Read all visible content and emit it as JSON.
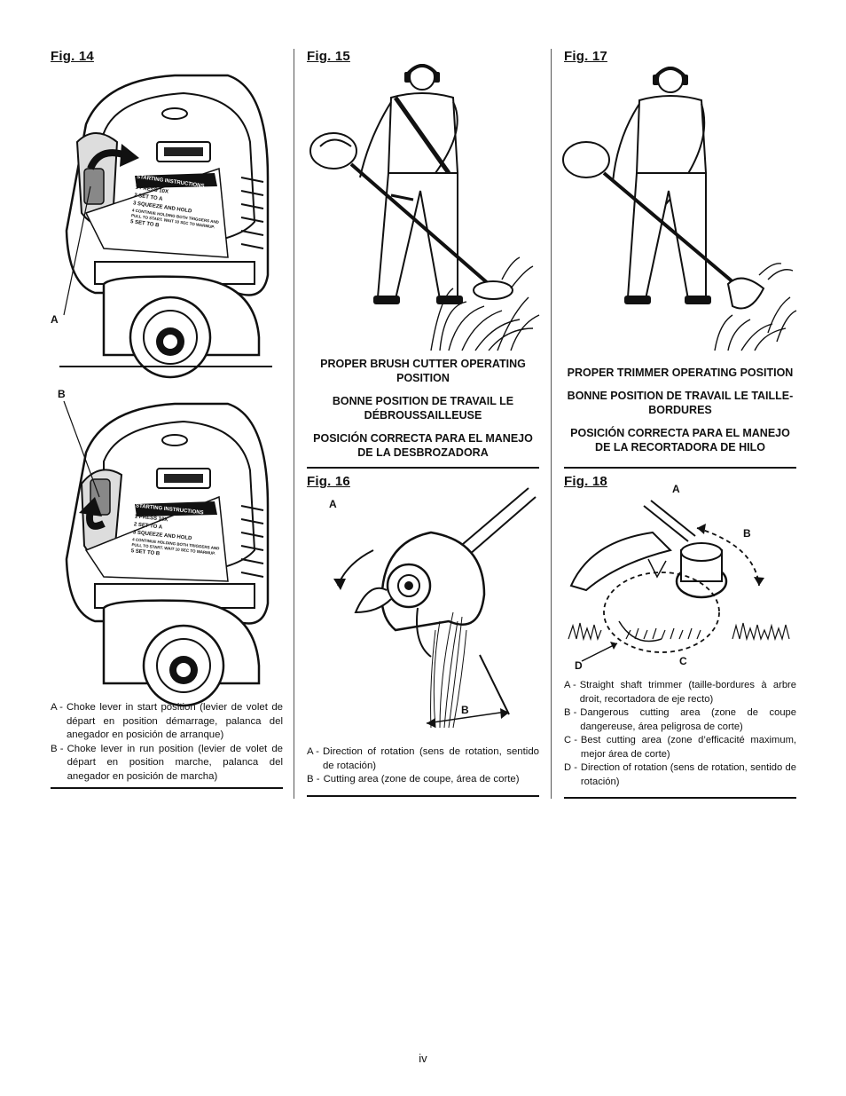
{
  "fig14": {
    "title": "Fig. 14",
    "callout_a": "A",
    "callout_b": "B",
    "panel_title": "STARTING INSTRUCTIONS",
    "steps": [
      {
        "num": "1",
        "text": "PRESS",
        "extra": "10X"
      },
      {
        "num": "2",
        "text": "SET TO",
        "extra": "A"
      },
      {
        "num": "3",
        "text": "SQUEEZE AND HOLD",
        "extra": ""
      },
      {
        "num": "4",
        "text": "CONTINUE HOLDING BOTH TRIGGERS AND PULL TO START. WAIT 10 SEC TO WARMUP.",
        "extra": ""
      },
      {
        "num": "5",
        "text": "SET TO",
        "extra": "B"
      }
    ],
    "legend": [
      {
        "key": "A -",
        "text": "Choke lever in start position (levier de volet de départ en position démarrage, palanca del anegador en posición de arranque)"
      },
      {
        "key": "B -",
        "text": "Choke lever in run position (levier de volet de départ en position marche, palanca del anegador en posición de marcha)"
      }
    ]
  },
  "fig15": {
    "title": "Fig. 15",
    "caption": [
      "PROPER BRUSH CUTTER OPERATING POSITION",
      "BONNE POSITION DE TRAVAIL LE DÉBROUSSAILLEUSE",
      "POSICIÓN CORRECTA PARA EL MANEJO DE LA DESBROZADORA"
    ]
  },
  "fig16": {
    "title": "Fig. 16",
    "callout_a": "A",
    "callout_b": "B",
    "legend": [
      {
        "key": "A -",
        "text": "Direction of rotation (sens de rotation, sentido de rotación)"
      },
      {
        "key": "B -",
        "text": "Cutting area (zone de coupe, área de corte)"
      }
    ]
  },
  "fig17": {
    "title": "Fig. 17",
    "caption": [
      "PROPER TRIMMER OPERATING POSITION",
      "BONNE POSITION DE TRAVAIL LE TAILLE-BORDURES",
      "POSICIÓN CORRECTA PARA EL MANEJO DE LA RECORTADORA  DE HILO"
    ]
  },
  "fig18": {
    "title": "Fig. 18",
    "callout_a": "A",
    "callout_b": "B",
    "callout_c": "C",
    "callout_d": "D",
    "legend": [
      {
        "key": "A -",
        "text": "Straight shaft trimmer (taille-bordures à arbre droit, recortadora de eje recto)"
      },
      {
        "key": "B -",
        "text": "Dangerous cutting area (zone de coupe dangereuse, área peligrosa de corte)"
      },
      {
        "key": "C -",
        "text": "Best cutting area (zone d’efficacité maximum, mejor área de corte)"
      },
      {
        "key": "D -",
        "text": "Direction of rotation (sens de rotation, sentido de rotación)"
      }
    ]
  },
  "page_number": "iv"
}
